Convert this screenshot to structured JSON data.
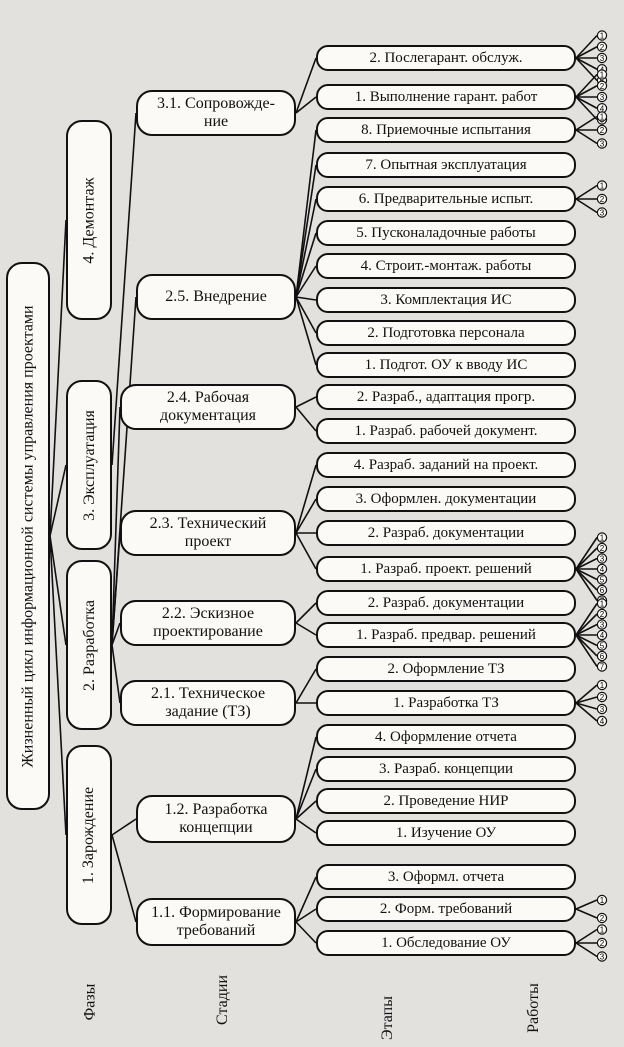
{
  "main_title": "Жизненный цикл информационной системы управления проектами",
  "level_labels": {
    "phases": "Фазы",
    "stages": "Стадии",
    "steps": "Этапы",
    "works": "Работы"
  },
  "phases": [
    {
      "id": "p4",
      "label": "4. Демонтаж"
    },
    {
      "id": "p3",
      "label": "3. Эксплуатация"
    },
    {
      "id": "p2",
      "label": "2. Разработка"
    },
    {
      "id": "p1",
      "label": "1. Зарождение"
    }
  ],
  "stages": [
    {
      "id": "s31",
      "phase": "p3",
      "label": "3.1. Сопровожде-ние"
    },
    {
      "id": "s25",
      "phase": "p2",
      "label": "2.5. Внедрение"
    },
    {
      "id": "s24",
      "phase": "p2",
      "label": "2.4. Рабочая документация"
    },
    {
      "id": "s23",
      "phase": "p2",
      "label": "2.3. Технический проект"
    },
    {
      "id": "s22",
      "phase": "p2",
      "label": "2.2. Эскизное проектирование"
    },
    {
      "id": "s21",
      "phase": "p2",
      "label": "2.1. Техническое задание (ТЗ)"
    },
    {
      "id": "s12",
      "phase": "p1",
      "label": "1.2. Разработка концепции"
    },
    {
      "id": "s11",
      "phase": "p1",
      "label": "1.1. Формирование требований"
    }
  ],
  "steps": [
    {
      "stage": "s31",
      "label": "2. Послегарант. обслуж.",
      "works": 5
    },
    {
      "stage": "s31",
      "label": "1. Выполнение гарант. работ",
      "works": 5
    },
    {
      "stage": "s25",
      "label": "8. Приемочные испытания",
      "works": 3
    },
    {
      "stage": "s25",
      "label": "7. Опытная эксплуатация",
      "works": 0
    },
    {
      "stage": "s25",
      "label": "6. Предварительные испыт.",
      "works": 3
    },
    {
      "stage": "s25",
      "label": "5. Пусконаладочные  работы",
      "works": 0
    },
    {
      "stage": "s25",
      "label": "4. Строит.-монтаж. работы",
      "works": 0
    },
    {
      "stage": "s25",
      "label": "3. Комплектация ИС",
      "works": 0
    },
    {
      "stage": "s25",
      "label": "2. Подготовка персонала",
      "works": 0
    },
    {
      "stage": "s25",
      "label": "1. Подгот. ОУ к вводу ИС",
      "works": 0
    },
    {
      "stage": "s24",
      "label": "2. Разраб., адаптация прогр.",
      "works": 0
    },
    {
      "stage": "s24",
      "label": "1. Разраб. рабочей документ.",
      "works": 0
    },
    {
      "stage": "s23",
      "label": "4. Разраб. заданий на проект.",
      "works": 0
    },
    {
      "stage": "s23",
      "label": "3. Оформлен. документации",
      "works": 0
    },
    {
      "stage": "s23",
      "label": "2. Разраб. документации",
      "works": 0
    },
    {
      "stage": "s23",
      "label": "1. Разраб. проект. решений",
      "works": 7
    },
    {
      "stage": "s22",
      "label": "2. Разраб. документации",
      "works": 0
    },
    {
      "stage": "s22",
      "label": "1. Разраб. предвар. решений",
      "works": 7
    },
    {
      "stage": "s21",
      "label": "2. Оформление ТЗ",
      "works": 0
    },
    {
      "stage": "s21",
      "label": "1. Разработка ТЗ",
      "works": 4
    },
    {
      "stage": "s12",
      "label": "4. Оформление отчета",
      "works": 0
    },
    {
      "stage": "s12",
      "label": "3. Разраб. концепции",
      "works": 0
    },
    {
      "stage": "s12",
      "label": "2. Проведение НИР",
      "works": 0
    },
    {
      "stage": "s12",
      "label": "1. Изучение ОУ",
      "works": 0
    },
    {
      "stage": "s11",
      "label": "3. Оформл. отчета",
      "works": 0
    },
    {
      "stage": "s11",
      "label": "2. Форм. требований",
      "works": 2
    },
    {
      "stage": "s11",
      "label": "1. Обследование ОУ",
      "works": 3
    }
  ],
  "colors": {
    "line": "#111111",
    "box_fill": "#fbfaf7",
    "page": "#e3e1de",
    "bleed_text": "#b9b5b0"
  }
}
